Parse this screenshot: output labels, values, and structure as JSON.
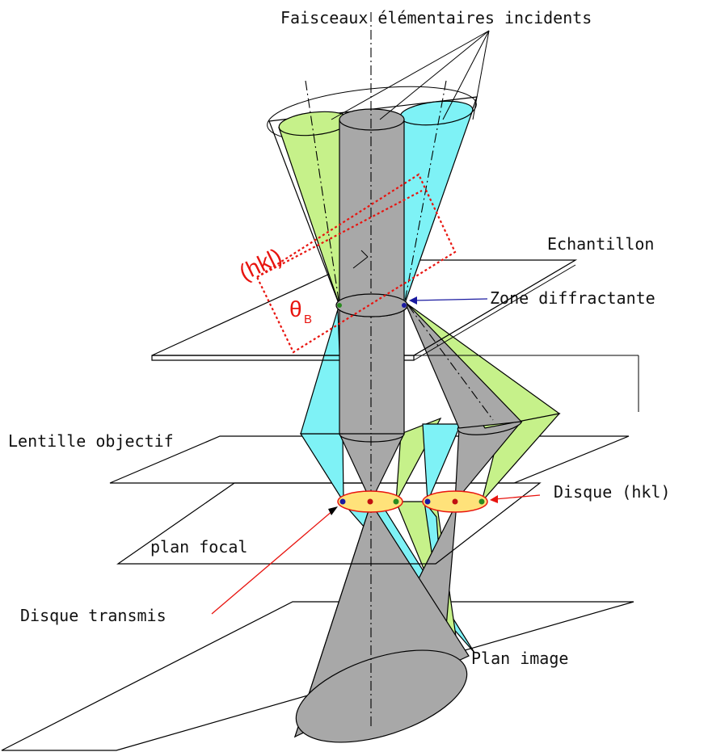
{
  "labels": {
    "incident_beams": "Faisceaux élémentaires incidents",
    "sample": "Echantillon",
    "diffracting_zone": "Zone diffractante",
    "objective_lens": "Lentille objectif",
    "hkl_disk": "Disque (hkl)",
    "focal_plane": "plan focal",
    "transmitted_disk": "Disque transmis",
    "image_plane": "Plan image",
    "hkl_planes": "(hkl)",
    "bragg_symbol": "θ",
    "bragg_subscript": "B"
  },
  "colors": {
    "transmitted_beam": "#a8a8a8",
    "beam_left": "#c6f18a",
    "beam_right": "#7ef2f6",
    "focal_disk": "#ffe27a",
    "hkl_annotation": "#e8140f",
    "pointer_red": "#e8140f",
    "pointer_blue": "#1a1aa0"
  }
}
